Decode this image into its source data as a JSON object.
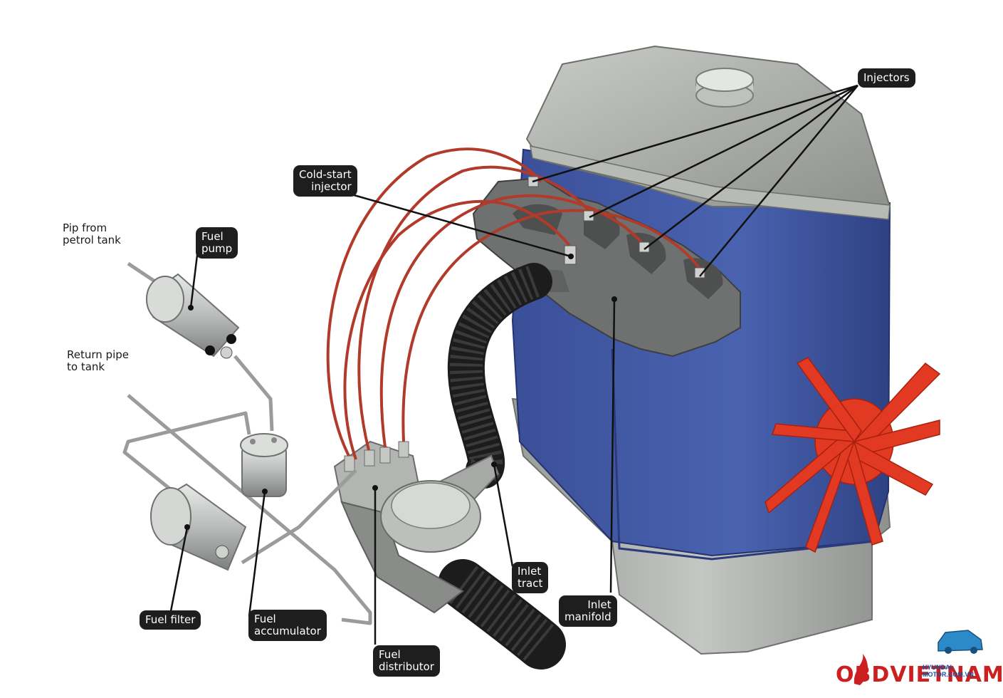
{
  "labels": {
    "injectors": "Injectors",
    "cold_start_injector": "Cold-start\ninjector",
    "pip_from_tank": "Pip from\npetrol tank",
    "fuel_pump": "Fuel\npump",
    "return_pipe": "Return pipe\nto tank",
    "fuel_filter": "Fuel filter",
    "fuel_accumulator": "Fuel\naccumulator",
    "fuel_distributor": "Fuel\ndistributor",
    "inlet_tract": "Inlet\ntract",
    "inlet_manifold": "Inlet\nmanifold"
  },
  "watermark": {
    "brand": "OBDVIETNAM",
    "site": "HYUNDAI-MOTOR.COM.VN"
  },
  "colors": {
    "engine_blue": "#3e55a0",
    "engine_gray": "#a9aba9",
    "manifold_gray": "#6f7070",
    "fuel_line_red": "#b23a2a",
    "fan_red": "#e23a22",
    "callout_bg": "#1e1e1e"
  }
}
